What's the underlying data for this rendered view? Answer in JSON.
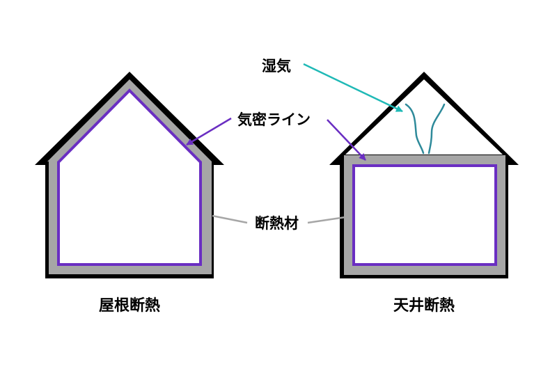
{
  "labels": {
    "moisture": "湿気",
    "airtight_line": "気密ライン",
    "insulation": "断熱材",
    "roof_insulation": "屋根断熱",
    "ceiling_insulation": "天井断熱"
  },
  "colors": {
    "outline": "#000000",
    "insulation": "#a6a6a6",
    "airtight_line": "#6a2ec2",
    "moisture_arrow": "#1fb9b6",
    "moisture_wisp": "#2e8a9a",
    "leader_line": "#a6a6a6"
  }
}
